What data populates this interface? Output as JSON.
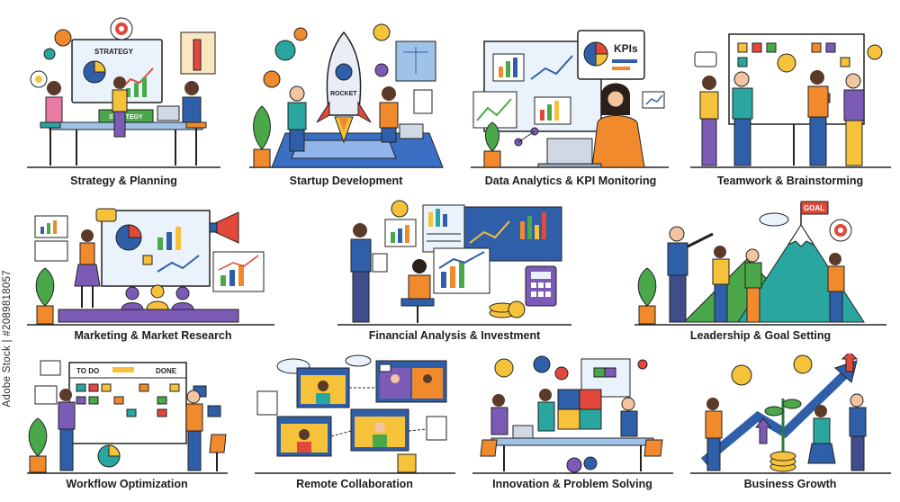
{
  "captions": [
    "Strategy & Planning",
    "Startup Development",
    "Data Analytics & KPI Monitoring",
    "Teamwork & Brainstorming",
    "Marketing & Market Research",
    "Financial Analysis & Investment",
    "Leadership & Goal Setting",
    "Workflow Optimization",
    "Remote Collaboration",
    "Innovation & Problem Solving",
    "Business Growth"
  ],
  "labels": {
    "strategy_board": "STRATEGY",
    "strategy_table": "STRATEGY",
    "rocket": "ROCKET",
    "kpis": "KPIs",
    "goal": "GOAL",
    "todo": "TO DO",
    "done": "DONE"
  },
  "watermark": "Adobe Stock | #2089818057",
  "colors": {
    "orange": "#f08a2c",
    "blue": "#2f5fa8",
    "teal": "#2aa6a0",
    "green": "#4aa84a",
    "yellow": "#f5c23a",
    "purple": "#7b5bb5",
    "red": "#e2493c",
    "skin_dark": "#5b3a29",
    "skin_light": "#f2c5a0"
  }
}
